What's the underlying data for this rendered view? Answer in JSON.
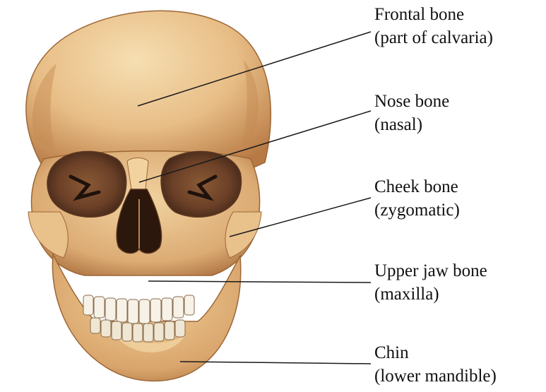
{
  "labels": [
    {
      "name": "Frontal bone",
      "detail": "(part of calvaria)"
    },
    {
      "name": "Nose bone",
      "detail": "(nasal)"
    },
    {
      "name": "Cheek bone",
      "detail": "(zygomatic)"
    },
    {
      "name": "Upper jaw bone",
      "detail": "(maxilla)"
    },
    {
      "name": "Chin",
      "detail": "(lower mandible)"
    }
  ],
  "colors": {
    "bone_light": "#f3d6a4",
    "bone_mid": "#e0b07a",
    "bone_dark": "#b77a45",
    "cavity": "#3a2216",
    "teeth": "#f7f2e8",
    "leader_line": "#1a1a1a",
    "text": "#111111",
    "background": "#ffffff"
  }
}
